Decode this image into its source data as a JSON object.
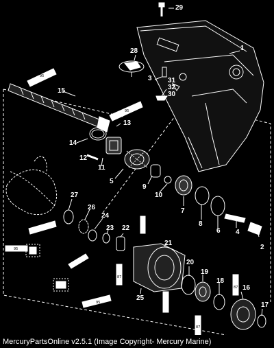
{
  "diagram": {
    "callouts": [
      "29",
      "1",
      "28",
      "3",
      "31",
      "32",
      "30",
      "15",
      "13",
      "95",
      "14",
      "12",
      "11",
      "5",
      "9",
      "10",
      "7",
      "8",
      "6",
      "4",
      "2",
      "27",
      "26",
      "24",
      "23",
      "22",
      "21",
      "20",
      "19",
      "18",
      "16",
      "17",
      "25",
      "87",
      "95"
    ],
    "tube_labels": {
      "t95a": "95",
      "t95b": "95",
      "t95c": "95",
      "t87a": "87",
      "t87b": "87",
      "t87c": "87",
      "t95d": "95"
    }
  },
  "footer": {
    "text": "MercuryPartsOnline v2.5.1 (Image Copyright- Mercury Marine)"
  }
}
